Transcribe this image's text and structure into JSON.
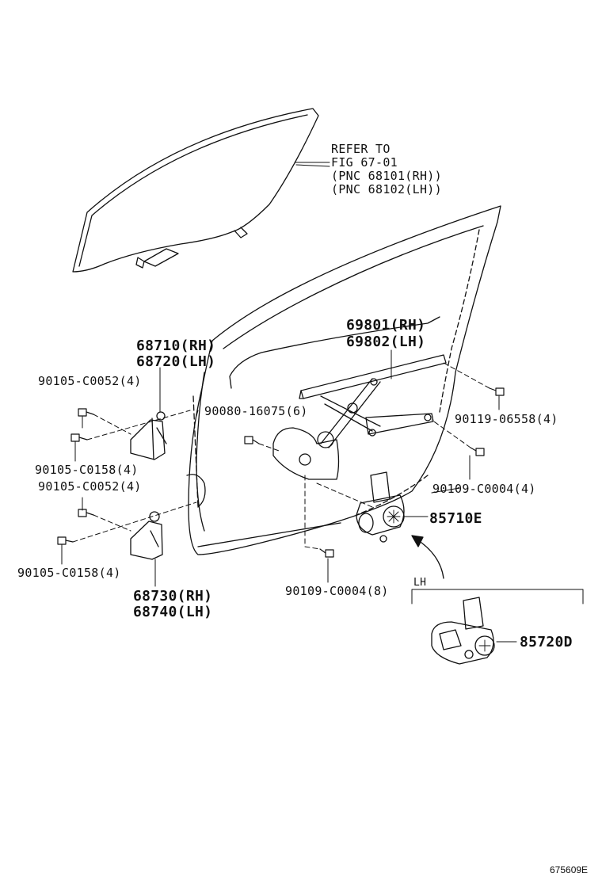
{
  "refer": {
    "line1": "REFER TO",
    "line2": "FIG 67-01",
    "line3": "(PNC 68101(RH))",
    "line4": "(PNC 68102(LH))"
  },
  "labels": {
    "p69801": "69801(RH)",
    "p69802": "69802(LH)",
    "p68710": "68710(RH)",
    "p68720": "68720(LH)",
    "p90105_c0052_a": "90105-C0052(4)",
    "p90080": "90080-16075(6)",
    "p90119": "90119-06558(4)",
    "p90105_c0158_a": "90105-C0158(4)",
    "p90105_c0052_b": "90105-C0052(4)",
    "p90109_a": "90109-C0004(4)",
    "p85710e": "85710E",
    "p90105_c0158_b": "90105-C0158(4)",
    "p90109_b": "90109-C0004(8)",
    "p68730": "68730(RH)",
    "p68740": "68740(LH)",
    "lh": "LH",
    "p85720d": "85720D"
  },
  "figure_id": "675609E"
}
